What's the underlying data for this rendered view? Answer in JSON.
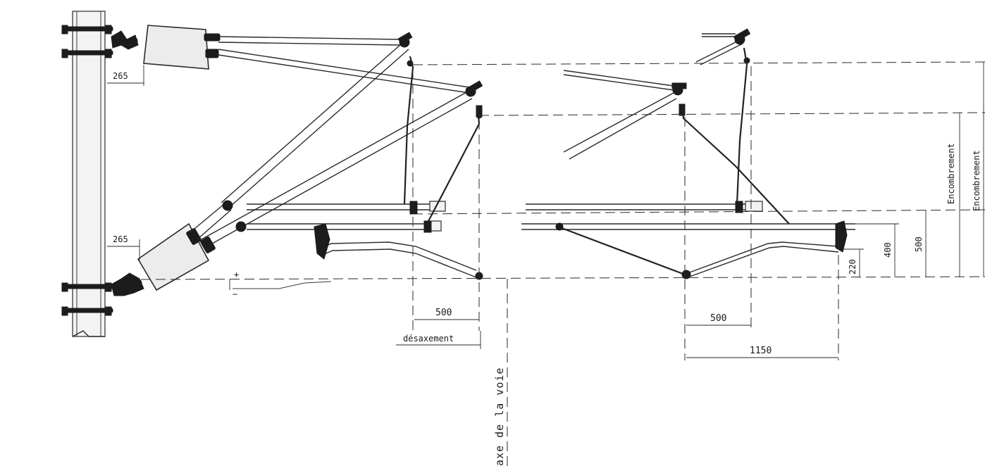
{
  "labels": {
    "mast_upper_offset": "265",
    "mast_lower_offset": "265",
    "left_stagger_dim": "500",
    "stagger": "désaxement",
    "track_axis": "axe de la voie",
    "right_stagger_dim": "500",
    "right_total_dim": "1150",
    "height_220": "220",
    "height_400": "400",
    "height_500": "500",
    "encombrement_inner": "Encombrement",
    "encombrement_outer": "Encombrement",
    "plus_sign": "+",
    "minus_sign": "−"
  }
}
